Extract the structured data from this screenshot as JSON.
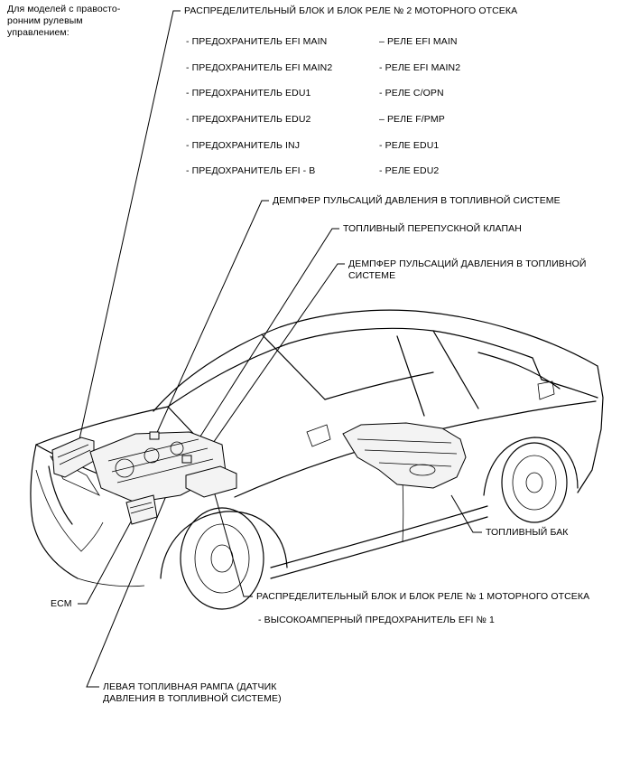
{
  "note": "Для моделей с правосто-\nронним рулевым\nуправлением:",
  "callouts": {
    "relay_block_2": "РАСПРЕДЕЛИТЕЛЬНЫЙ БЛОК И БЛОК РЕЛЕ № 2 МОТОРНОГО ОТСЕКА",
    "fuses": [
      "- ПРЕДОХРАНИТЕЛЬ EFI MAIN",
      "- ПРЕДОХРАНИТЕЛЬ EFI MAIN2",
      "- ПРЕДОХРАНИТЕЛЬ EDU1",
      "- ПРЕДОХРАНИТЕЛЬ EDU2",
      "- ПРЕДОХРАНИТЕЛЬ INJ",
      "- ПРЕДОХРАНИТЕЛЬ EFI - B"
    ],
    "relays": [
      "– РЕЛЕ EFI MAIN",
      "- РЕЛЕ EFI MAIN2",
      "- РЕЛЕ C/OPN",
      "– РЕЛЕ F/PMP",
      "- РЕЛЕ EDU1",
      "- РЕЛЕ EDU2"
    ],
    "damper_1": "ДЕМПФЕР ПУЛЬСАЦИЙ ДАВЛЕНИЯ В ТОПЛИВНОЙ СИСТЕМЕ",
    "bypass_valve": "ТОПЛИВНЫЙ ПЕРЕПУСКНОЙ КЛАПАН",
    "damper_2": "ДЕМПФЕР ПУЛЬСАЦИЙ ДАВЛЕНИЯ В ТОПЛИВНОЙ\nСИСТЕМЕ",
    "fuel_tank": "ТОПЛИВНЫЙ БАК",
    "ecm": "ECM",
    "relay_block_1": "РАСПРЕДЕЛИТЕЛЬНЫЙ БЛОК И БЛОК РЕЛЕ № 1 МОТОРНОГО ОТСЕКА",
    "hi_amp_fuse": "- ВЫСОКОАМПЕРНЫЙ ПРЕДОХРАНИТЕЛЬ EFI № 1",
    "fuel_rail": "ЛЕВАЯ ТОПЛИВНАЯ РАМПА (ДАТЧИК\nДАВЛЕНИЯ В ТОПЛИВНОЙ СИСТЕМЕ)"
  }
}
